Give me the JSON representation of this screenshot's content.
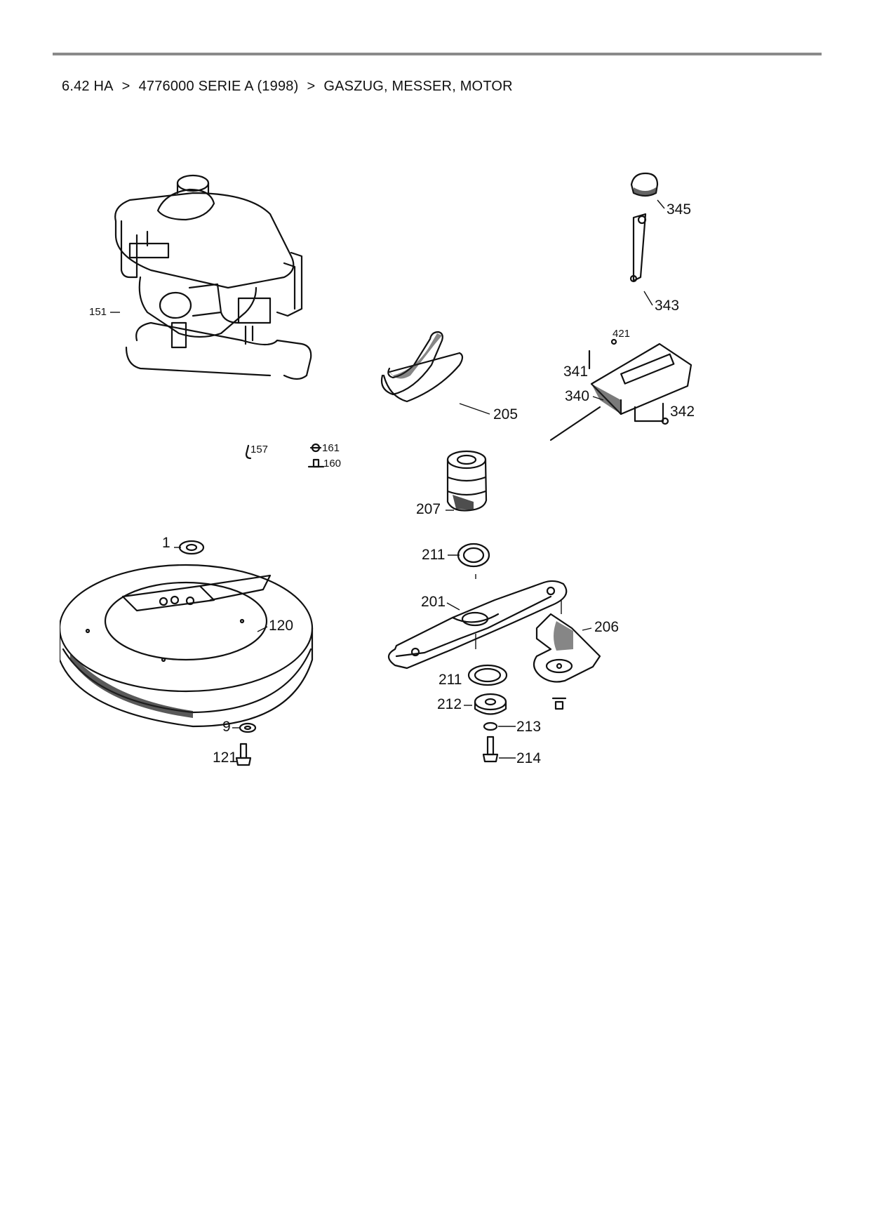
{
  "breadcrumb": {
    "items": [
      "6.42 HA",
      "4776000 SERIE A (1998)",
      "GASZUG, MESSER, MOTOR"
    ],
    "separator": ">"
  },
  "diagram": {
    "parts": [
      {
        "ref": "345",
        "label": "345"
      },
      {
        "ref": "343",
        "label": "343"
      },
      {
        "ref": "421",
        "label": "421"
      },
      {
        "ref": "341",
        "label": "341"
      },
      {
        "ref": "340",
        "label": "340"
      },
      {
        "ref": "342",
        "label": "342"
      },
      {
        "ref": "151",
        "label": "151"
      },
      {
        "ref": "205",
        "label": "205"
      },
      {
        "ref": "157",
        "label": "157"
      },
      {
        "ref": "161",
        "label": "161"
      },
      {
        "ref": "160",
        "label": "160"
      },
      {
        "ref": "207",
        "label": "207"
      },
      {
        "ref": "1",
        "label": "1"
      },
      {
        "ref": "120",
        "label": "120"
      },
      {
        "ref": "211a",
        "label": "211"
      },
      {
        "ref": "201",
        "label": "201"
      },
      {
        "ref": "206",
        "label": "206"
      },
      {
        "ref": "211b",
        "label": "211"
      },
      {
        "ref": "212",
        "label": "212"
      },
      {
        "ref": "213",
        "label": "213"
      },
      {
        "ref": "214",
        "label": "214"
      },
      {
        "ref": "9",
        "label": "9"
      },
      {
        "ref": "121",
        "label": "121"
      }
    ]
  }
}
